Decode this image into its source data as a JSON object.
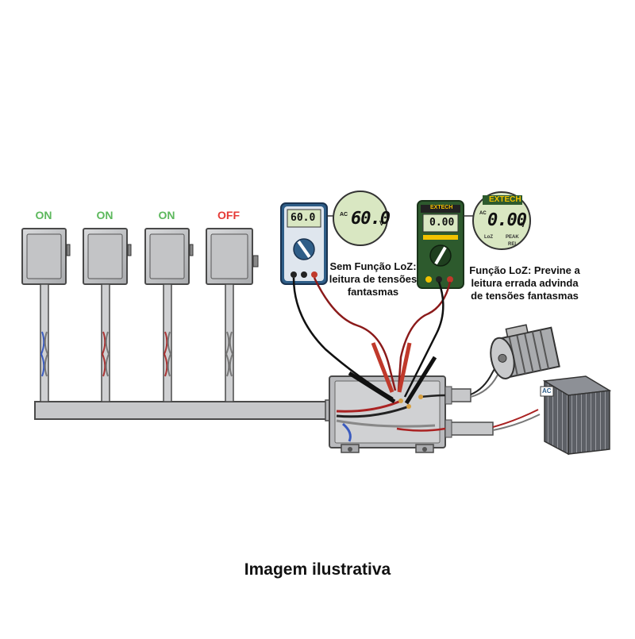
{
  "switches": [
    {
      "status": "ON",
      "color": "#5cb85c"
    },
    {
      "status": "ON",
      "color": "#5cb85c"
    },
    {
      "status": "ON",
      "color": "#5cb85c"
    },
    {
      "status": "OFF",
      "color": "#e53935"
    }
  ],
  "meter_left": {
    "display": "60.0",
    "zoom_display": "60.0",
    "zoom_ac": "AC",
    "zoom_unit": "V",
    "caption": [
      "Sem Função LoZ:",
      "leitura de tensões",
      "fantasmas"
    ]
  },
  "meter_right": {
    "brand": "EXTECH",
    "display": "0.00",
    "zoom_display": "0.00",
    "zoom_unit": "V",
    "zoom_ac": "AC",
    "zoom_loz": "LoZ",
    "zoom_peak": "PEAK",
    "zoom_rel": "REL",
    "caption": [
      "Função LoZ: Previne a",
      "leitura errada advinda",
      "de tensões fantasmas"
    ]
  },
  "ac_unit_label": "AC",
  "footer": "Imagem ilustrativa",
  "colors": {
    "panel_fill": "#c9cacc",
    "panel_stroke": "#4a4a4a",
    "wire_red": "#8b1a1a",
    "wire_black": "#111111",
    "meter_blue": "#2f5e88",
    "meter_green": "#2d5a2d",
    "lcd": "#d9e7c2"
  }
}
